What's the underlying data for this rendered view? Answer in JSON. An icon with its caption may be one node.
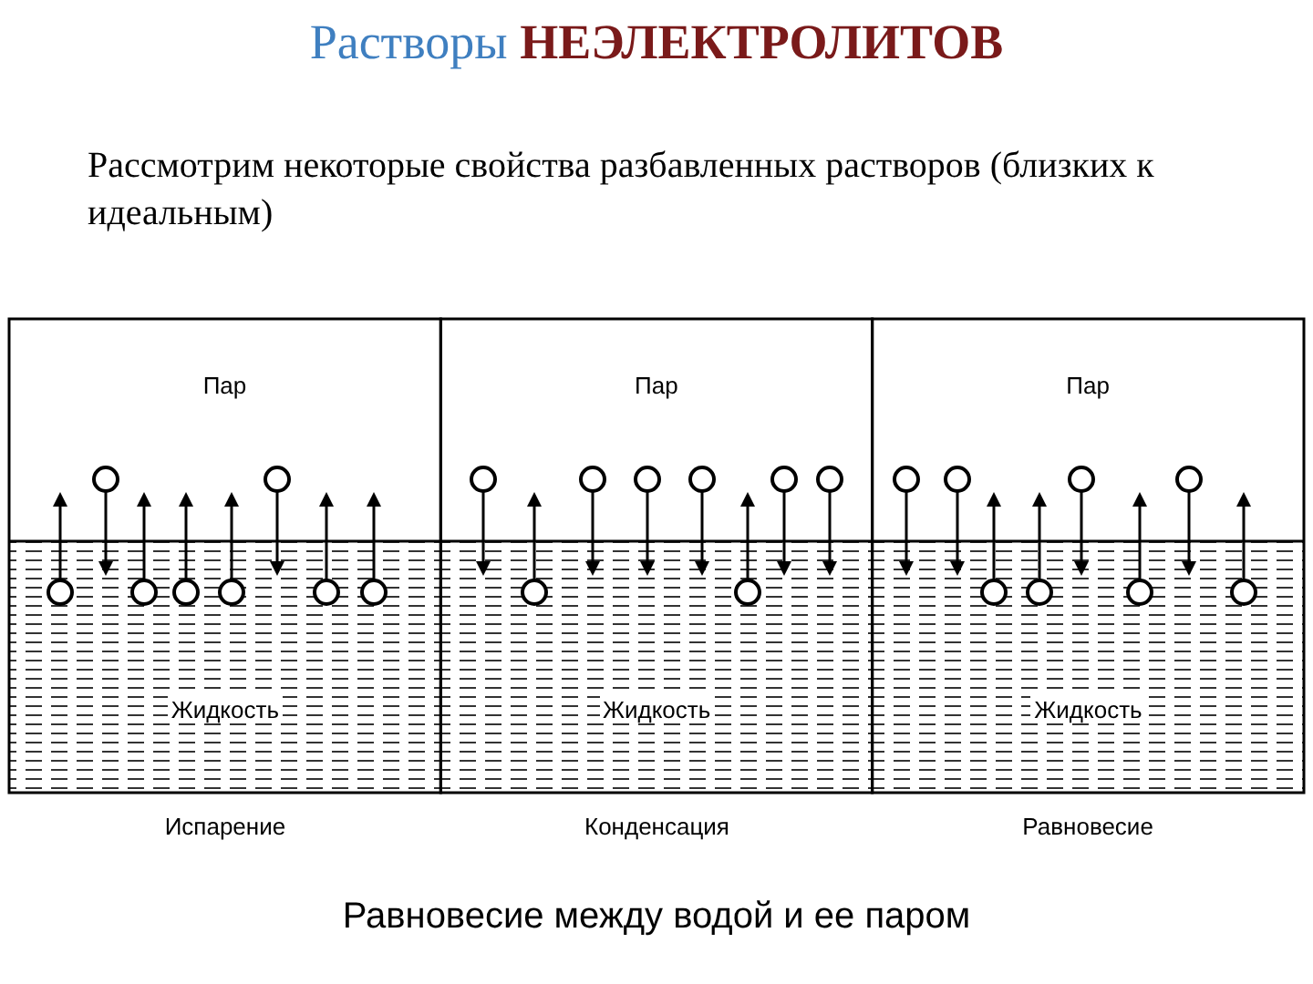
{
  "diagram": {
    "title": "Растворы **НЕЭЛЕКТРОЛИТОВ**",
    "caption": "Равновесие между водой и ее паром",
    "labels": [
      "Рассмотрим некоторые свойства разбавленных растворов (близких к идеальным)",
      "Пар",
      "Пар",
      "Пар",
      "Жидкость",
      "Жидкость",
      "Жидкость",
      "Испарение",
      "Конденсация",
      "Равновесие"
    ]
  }
}
